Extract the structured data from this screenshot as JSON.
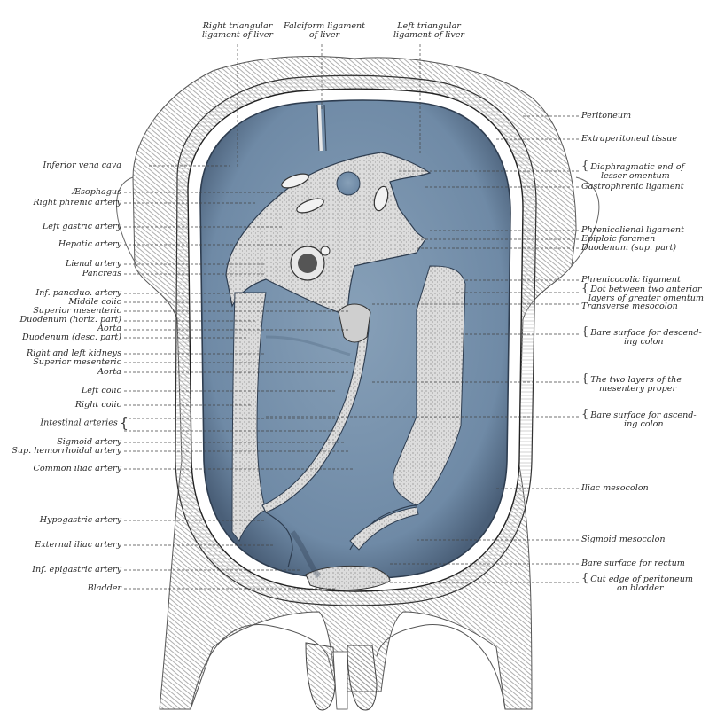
{
  "figure": {
    "subject": "Posterior abdominal wall showing lines of peritoneal reflection",
    "colors": {
      "peritoneal_cavity_fill": "#7590ac",
      "peritoneal_cavity_dark": "#4a5f78",
      "extraperitoneal_fill": "#e4e4e4",
      "line_ink": "#2a2a2a"
    }
  },
  "labels": {
    "top": [
      {
        "line1": "Right triangular",
        "line2": "ligament of liver"
      },
      {
        "line1": "Falciform ligament",
        "line2": "of liver"
      },
      {
        "line1": "Left triangular",
        "line2": "ligament of liver"
      }
    ],
    "left": [
      "Inferior vena cava",
      "Æsophagus",
      "Right phrenic artery",
      "Left gastric artery",
      "Hepatic artery",
      "Lienal artery",
      "Pancreas",
      "Inf. pancduo. artery",
      "Middle colic",
      "Superior mesenteric",
      "Duodenum (horiz. part)",
      "Aorta",
      "Duodenum (desc. part)",
      "Right and left kidneys",
      "Superior mesenteric",
      "Aorta",
      "Left colic",
      "Right colic",
      "Intestinal arteries",
      "Sigmoid artery",
      "Sup. hemorrhoidal artery",
      "Common iliac artery",
      "Hypogastric artery",
      "External iliac artery",
      "Inf. epigastric artery",
      "Bladder"
    ],
    "right": [
      {
        "line1": "Peritoneum"
      },
      {
        "line1": "Extraperitoneal tissue"
      },
      {
        "line1": "Diaphragmatic end of",
        "line2": "lesser omentum",
        "brace": true
      },
      {
        "line1": "Gastrophrenic ligament"
      },
      {
        "line1": "Phrenicolienal ligament"
      },
      {
        "line1": "Epiploic foramen"
      },
      {
        "line1": "Duodenum (sup. part)"
      },
      {
        "line1": "Phrenicocolic ligament"
      },
      {
        "line1": "Dot between two anterior",
        "line2": "layers of greater omentum",
        "brace": true
      },
      {
        "line1": "Transverse mesocolon"
      },
      {
        "line1": "Bare surface for descend-",
        "line2": "ing colon",
        "brace": true
      },
      {
        "line1": "The two layers of the",
        "line2": "mesentery proper",
        "brace": true
      },
      {
        "line1": "Bare surface for ascend-",
        "line2": "ing colon",
        "brace": true
      },
      {
        "line1": "Iliac mesocolon"
      },
      {
        "line1": "Sigmoid mesocolon"
      },
      {
        "line1": "Bare surface for rectum"
      },
      {
        "line1": "Cut edge of peritoneum",
        "line2": "on bladder",
        "brace": true
      }
    ]
  }
}
